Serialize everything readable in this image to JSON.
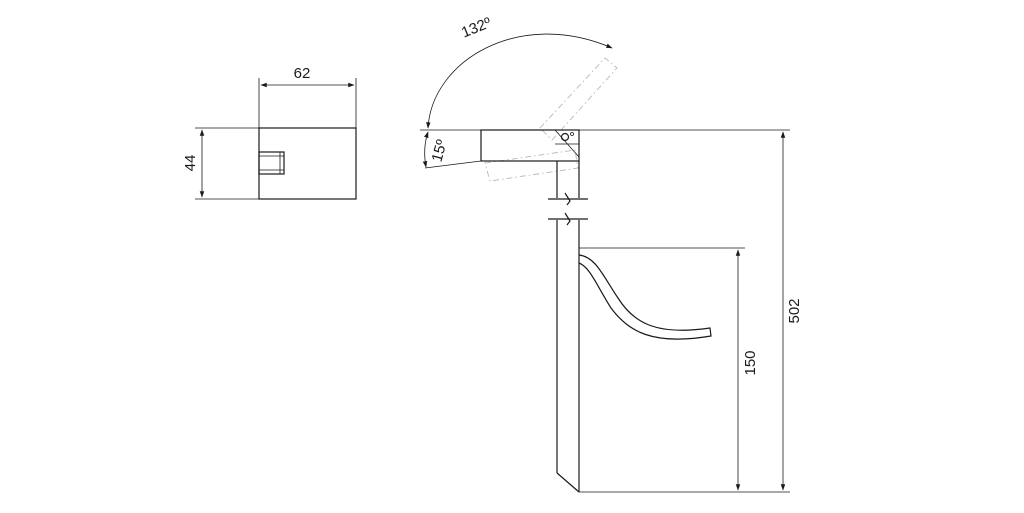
{
  "dimensions": {
    "width_top": "62",
    "height_side": "44",
    "swivel_angle": "132º",
    "tilt_angle": "15º",
    "total_height": "502",
    "spout_height": "150"
  },
  "colors": {
    "line": "#1a1a1a",
    "ghost_line": "#b8b8b8",
    "background": "#ffffff"
  }
}
